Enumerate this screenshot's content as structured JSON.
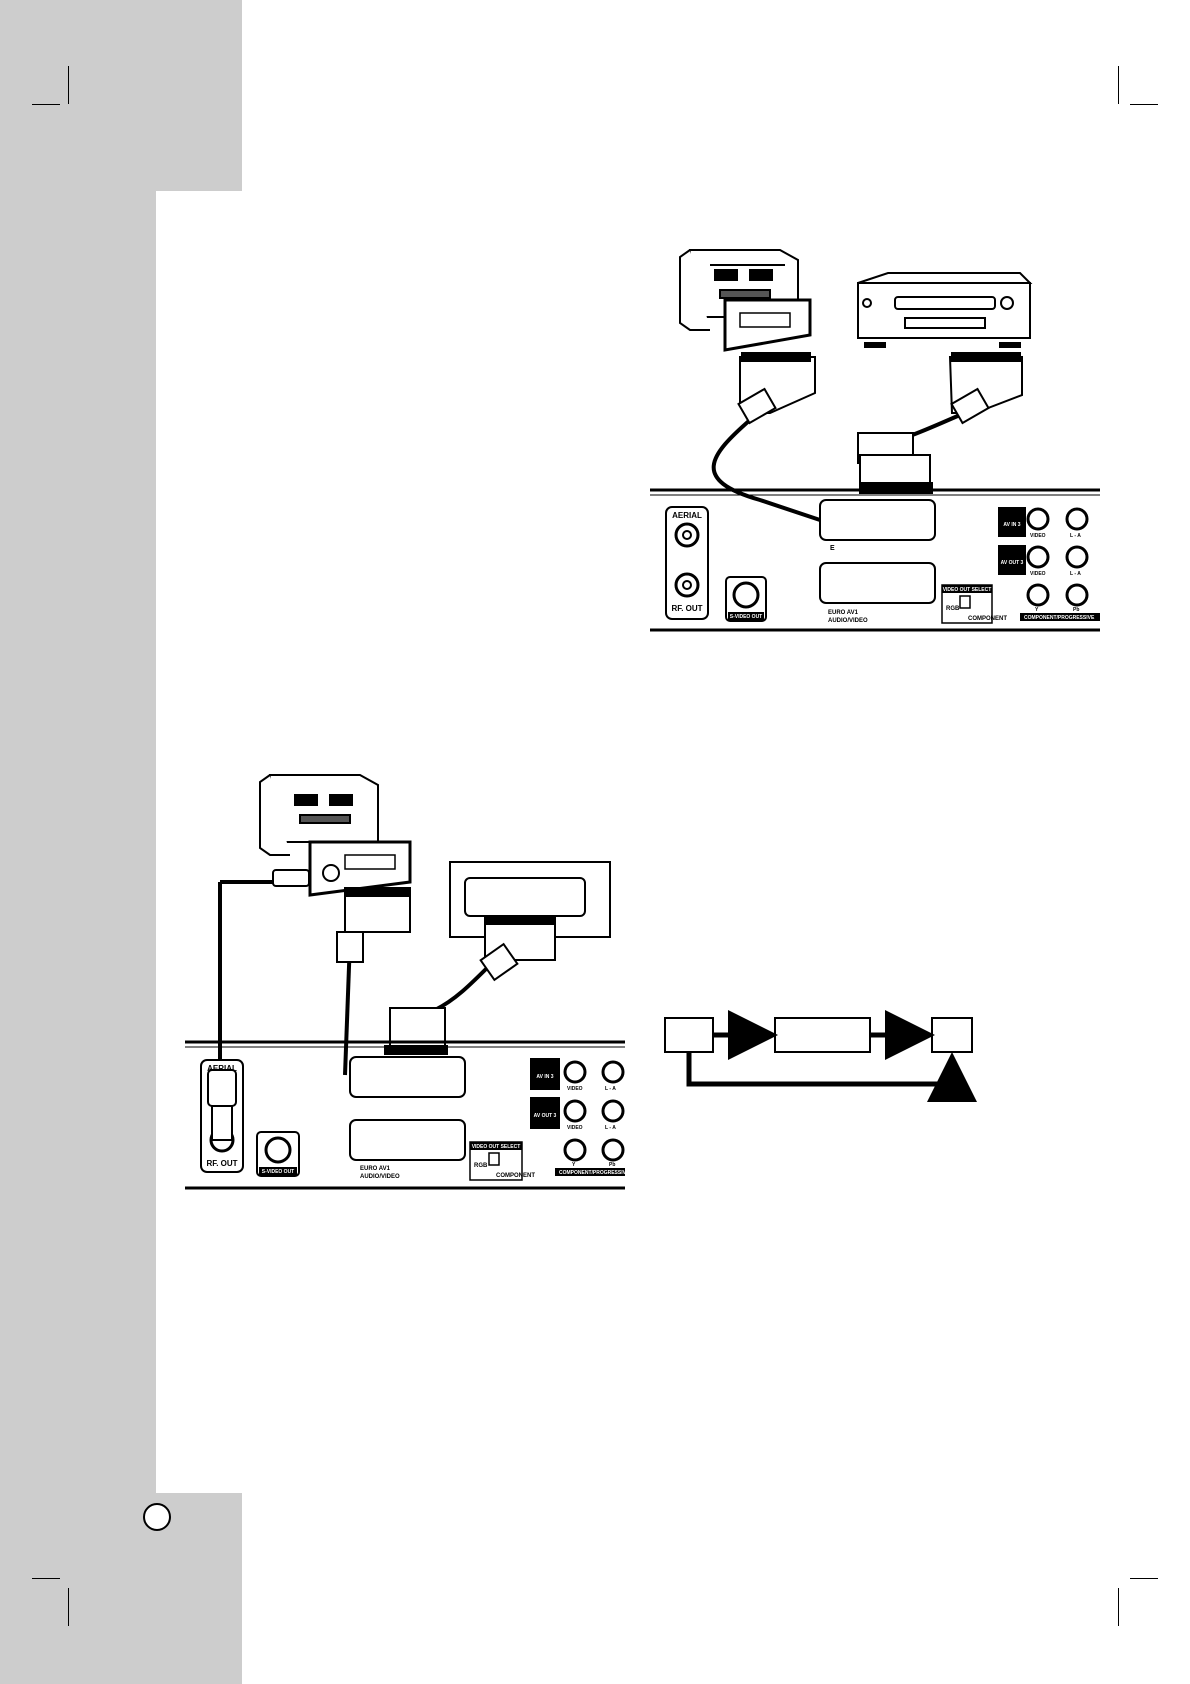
{
  "rear_panel": {
    "aerial": "AERIAL",
    "rf_out": "RF. OUT",
    "s_video_out": "S-VIDEO OUT",
    "euro_av1": "EURO AV1",
    "audio_video": "AUDIO/VIDEO",
    "euro_av2_fragment": "E",
    "av_in_3": "AV IN 3",
    "av_out_3": "AV OUT 3",
    "video": "VIDEO",
    "l_a": "L - A",
    "video_out_select": "VIDEO OUT SELECT",
    "rgb": "RGB",
    "component": "COMPONENT",
    "y": "Y",
    "pb": "Pb",
    "component_progressive": "COMPONENT/PROGRESSIVE"
  },
  "colors": {
    "margin_gray": "#cdcdcd",
    "ink": "#000000"
  },
  "icons": [
    "tv-icon",
    "vcr-icon",
    "scart-plug-icon",
    "antenna-plug-icon",
    "flow-arrow-icon"
  ]
}
